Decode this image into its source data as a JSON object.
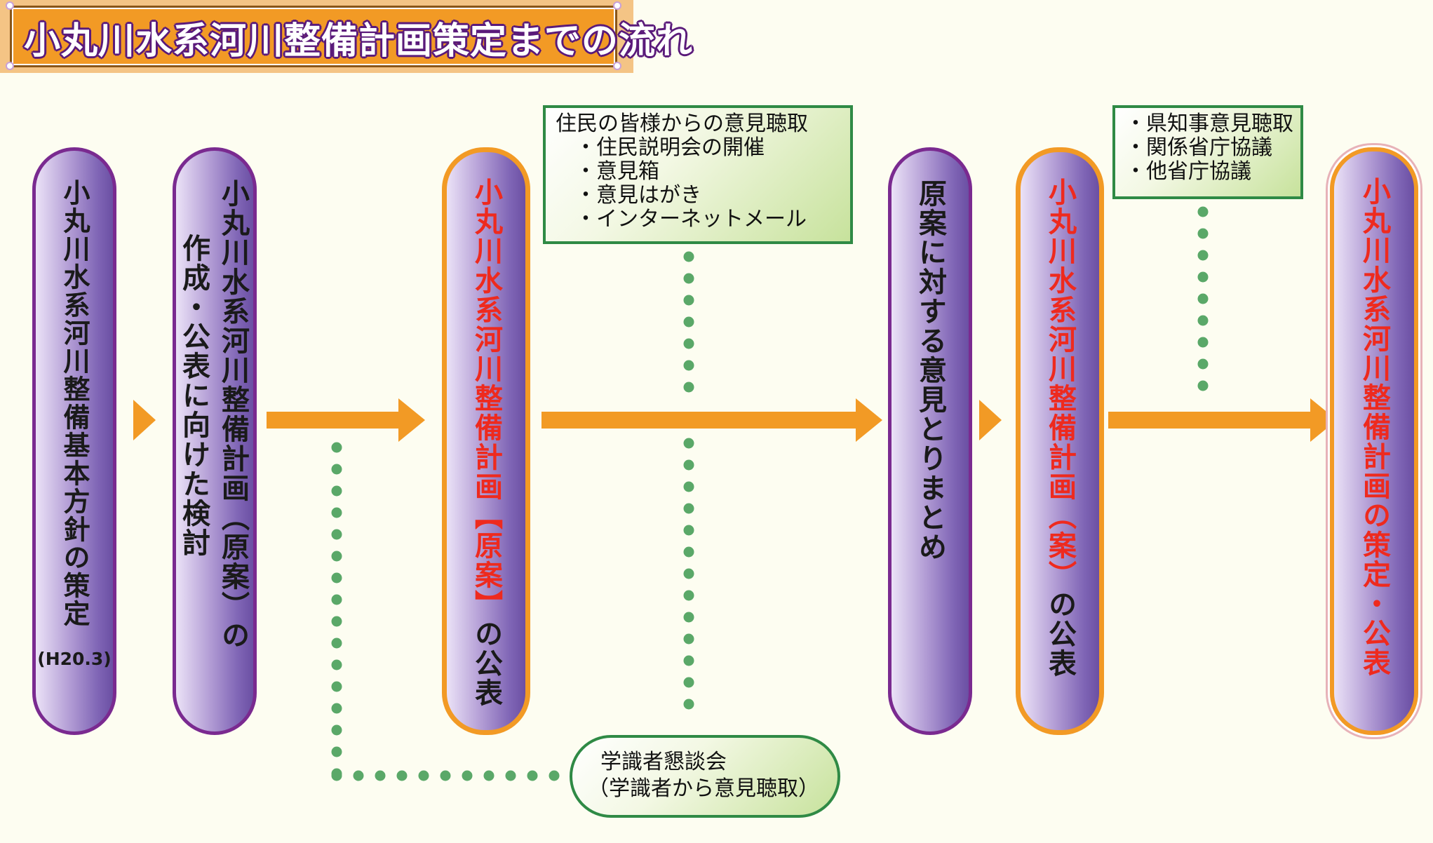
{
  "title": "小丸川水系河川整備計画策定までの流れ",
  "steps": [
    {
      "text": "小丸川水系河川整備基本方針の策定",
      "note": "(H20.3)"
    },
    {
      "col1": "小丸川水系河川整備計画（原案）の",
      "col2": "作成・公表に向けた検討"
    },
    {
      "pre": "小丸川水系河川整備計画",
      "mid": "【原案】",
      "post": "の公表"
    },
    {
      "text": "原案に対する意見とりまとめ"
    },
    {
      "pre": "小丸川水系河川整備計画",
      "mid": "（案）",
      "post": "の公表"
    },
    {
      "text": "小丸川水系河川整備計画の策定・公表"
    }
  ],
  "public_opinion": {
    "heading": "住民の皆様からの意見聴取",
    "items": [
      "・住民説明会の開催",
      "・意見箱",
      "・意見はがき",
      "・インターネットメール"
    ]
  },
  "governor_opinion": {
    "items": [
      "・県知事意見聴取",
      "・関係省庁協議",
      "・他省庁協議"
    ]
  },
  "experts": {
    "line1": "学識者懇談会",
    "line2": "（学識者から意見聴取）"
  },
  "colors": {
    "orange": "#f29a25",
    "purple_border": "#7a2a90",
    "green_border": "#2f8a45",
    "dot_green": "#5aa868",
    "red_text": "#ee2a1e"
  }
}
